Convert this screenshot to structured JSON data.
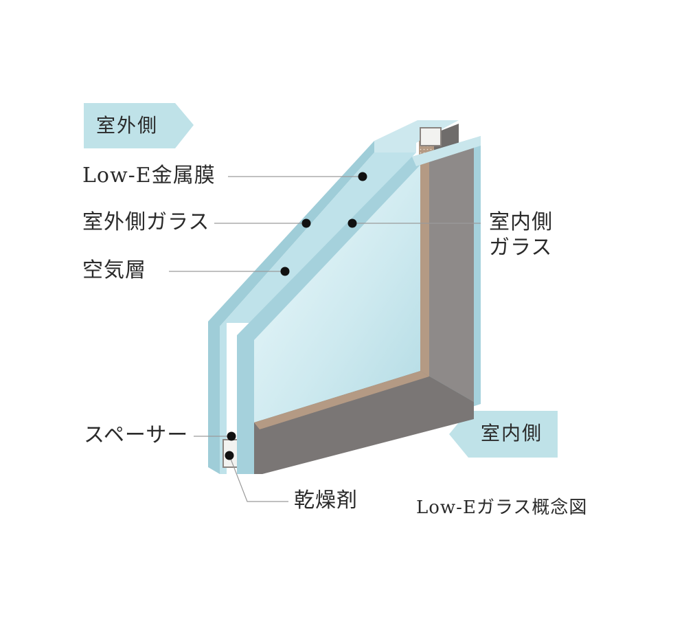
{
  "badges": {
    "outside": "室外側",
    "inside": "室内側"
  },
  "labels": {
    "low_e_film": "Low-E金属膜",
    "outer_glass": "室外側ガラス",
    "air_layer": "空気層",
    "inner_glass_line1": "室内側",
    "inner_glass_line2": "ガラス",
    "spacer": "スペーサー",
    "desiccant": "乾燥剤"
  },
  "caption": "Low-Eガラス概念図",
  "colors": {
    "badge": "#bfe2e8",
    "glass_edge": "#a9d3dc",
    "glass_face": "#d3eef3",
    "spacer_dark": "#6d6a69",
    "spacer_brown": "#b39882",
    "leader": "#9a9a9a",
    "dot": "#111111"
  }
}
